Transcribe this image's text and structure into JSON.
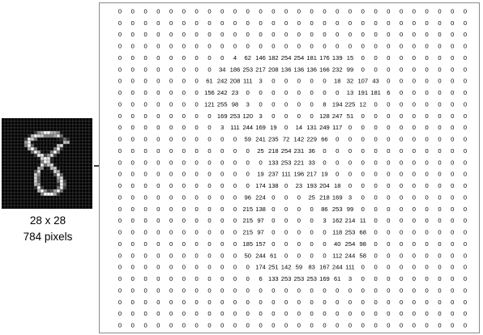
{
  "thumbnail": {
    "icon": "digit-8-pixel-grid"
  },
  "dims_label": "28 x 28",
  "pixels_label": "784 pixels",
  "arrow": {
    "icon": "right-arrow-icon"
  },
  "matrix": [
    [
      0,
      0,
      0,
      0,
      0,
      0,
      0,
      0,
      0,
      0,
      0,
      0,
      0,
      0,
      0,
      0,
      0,
      0,
      0,
      0,
      0,
      0,
      0,
      0,
      0,
      0,
      0,
      0
    ],
    [
      0,
      0,
      0,
      0,
      0,
      0,
      0,
      0,
      0,
      0,
      0,
      0,
      0,
      0,
      0,
      0,
      0,
      0,
      0,
      0,
      0,
      0,
      0,
      0,
      0,
      0,
      0,
      0
    ],
    [
      0,
      0,
      0,
      0,
      0,
      0,
      0,
      0,
      0,
      0,
      0,
      0,
      0,
      0,
      0,
      0,
      0,
      0,
      0,
      0,
      0,
      0,
      0,
      0,
      0,
      0,
      0,
      0
    ],
    [
      0,
      0,
      0,
      0,
      0,
      0,
      0,
      0,
      0,
      0,
      0,
      0,
      0,
      0,
      0,
      0,
      0,
      0,
      0,
      0,
      0,
      0,
      0,
      0,
      0,
      0,
      0,
      0
    ],
    [
      0,
      0,
      0,
      0,
      0,
      0,
      0,
      0,
      0,
      4,
      62,
      146,
      182,
      254,
      254,
      181,
      176,
      139,
      15,
      0,
      0,
      0,
      0,
      0,
      0,
      0,
      0,
      0
    ],
    [
      0,
      0,
      0,
      0,
      0,
      0,
      0,
      0,
      34,
      186,
      253,
      217,
      208,
      136,
      136,
      136,
      166,
      232,
      99,
      0,
      0,
      0,
      0,
      0,
      0,
      0,
      0,
      0
    ],
    [
      0,
      0,
      0,
      0,
      0,
      0,
      0,
      61,
      242,
      208,
      111,
      3,
      0,
      0,
      0,
      0,
      0,
      18,
      32,
      107,
      43,
      0,
      0,
      0,
      0,
      0,
      0,
      0
    ],
    [
      0,
      0,
      0,
      0,
      0,
      0,
      0,
      156,
      242,
      23,
      0,
      0,
      0,
      0,
      0,
      0,
      0,
      0,
      13,
      191,
      181,
      6,
      0,
      0,
      0,
      0,
      0,
      0
    ],
    [
      0,
      0,
      0,
      0,
      0,
      0,
      0,
      121,
      255,
      98,
      3,
      0,
      0,
      0,
      0,
      0,
      8,
      194,
      225,
      12,
      0,
      0,
      0,
      0,
      0,
      0,
      0,
      0
    ],
    [
      0,
      0,
      0,
      0,
      0,
      0,
      0,
      0,
      169,
      253,
      120,
      3,
      0,
      0,
      0,
      0,
      128,
      247,
      51,
      0,
      0,
      0,
      0,
      0,
      0,
      0,
      0,
      0
    ],
    [
      0,
      0,
      0,
      0,
      0,
      0,
      0,
      0,
      3,
      111,
      244,
      169,
      19,
      0,
      14,
      131,
      249,
      117,
      0,
      0,
      0,
      0,
      0,
      0,
      0,
      0,
      0,
      0
    ],
    [
      0,
      0,
      0,
      0,
      0,
      0,
      0,
      0,
      0,
      0,
      59,
      241,
      235,
      72,
      142,
      229,
      66,
      0,
      0,
      0,
      0,
      0,
      0,
      0,
      0,
      0,
      0,
      0
    ],
    [
      0,
      0,
      0,
      0,
      0,
      0,
      0,
      0,
      0,
      0,
      0,
      25,
      218,
      254,
      231,
      36,
      0,
      0,
      0,
      0,
      0,
      0,
      0,
      0,
      0,
      0,
      0,
      0
    ],
    [
      0,
      0,
      0,
      0,
      0,
      0,
      0,
      0,
      0,
      0,
      0,
      0,
      133,
      253,
      221,
      33,
      0,
      0,
      0,
      0,
      0,
      0,
      0,
      0,
      0,
      0,
      0,
      0
    ],
    [
      0,
      0,
      0,
      0,
      0,
      0,
      0,
      0,
      0,
      0,
      0,
      19,
      237,
      111,
      196,
      217,
      19,
      0,
      0,
      0,
      0,
      0,
      0,
      0,
      0,
      0,
      0,
      0
    ],
    [
      0,
      0,
      0,
      0,
      0,
      0,
      0,
      0,
      0,
      0,
      0,
      174,
      138,
      0,
      23,
      193,
      204,
      18,
      0,
      0,
      0,
      0,
      0,
      0,
      0,
      0,
      0,
      0
    ],
    [
      0,
      0,
      0,
      0,
      0,
      0,
      0,
      0,
      0,
      0,
      96,
      224,
      0,
      0,
      0,
      25,
      218,
      169,
      3,
      0,
      0,
      0,
      0,
      0,
      0,
      0,
      0,
      0
    ],
    [
      0,
      0,
      0,
      0,
      0,
      0,
      0,
      0,
      0,
      0,
      215,
      138,
      0,
      0,
      0,
      0,
      86,
      253,
      99,
      0,
      0,
      0,
      0,
      0,
      0,
      0,
      0,
      0
    ],
    [
      0,
      0,
      0,
      0,
      0,
      0,
      0,
      0,
      0,
      0,
      215,
      97,
      0,
      0,
      0,
      0,
      3,
      162,
      214,
      11,
      0,
      0,
      0,
      0,
      0,
      0,
      0,
      0
    ],
    [
      0,
      0,
      0,
      0,
      0,
      0,
      0,
      0,
      0,
      0,
      215,
      97,
      0,
      0,
      0,
      0,
      0,
      118,
      253,
      68,
      0,
      0,
      0,
      0,
      0,
      0,
      0,
      0
    ],
    [
      0,
      0,
      0,
      0,
      0,
      0,
      0,
      0,
      0,
      0,
      185,
      157,
      0,
      0,
      0,
      0,
      0,
      40,
      254,
      98,
      0,
      0,
      0,
      0,
      0,
      0,
      0,
      0
    ],
    [
      0,
      0,
      0,
      0,
      0,
      0,
      0,
      0,
      0,
      0,
      50,
      244,
      61,
      0,
      0,
      0,
      0,
      112,
      244,
      58,
      0,
      0,
      0,
      0,
      0,
      0,
      0,
      0
    ],
    [
      0,
      0,
      0,
      0,
      0,
      0,
      0,
      0,
      0,
      0,
      0,
      174,
      251,
      142,
      59,
      83,
      167,
      244,
      111,
      0,
      0,
      0,
      0,
      0,
      0,
      0,
      0,
      0
    ],
    [
      0,
      0,
      0,
      0,
      0,
      0,
      0,
      0,
      0,
      0,
      0,
      6,
      133,
      253,
      253,
      253,
      169,
      61,
      3,
      0,
      0,
      0,
      0,
      0,
      0,
      0,
      0,
      0
    ],
    [
      0,
      0,
      0,
      0,
      0,
      0,
      0,
      0,
      0,
      0,
      0,
      0,
      0,
      0,
      0,
      0,
      0,
      0,
      0,
      0,
      0,
      0,
      0,
      0,
      0,
      0,
      0,
      0
    ],
    [
      0,
      0,
      0,
      0,
      0,
      0,
      0,
      0,
      0,
      0,
      0,
      0,
      0,
      0,
      0,
      0,
      0,
      0,
      0,
      0,
      0,
      0,
      0,
      0,
      0,
      0,
      0,
      0
    ],
    [
      0,
      0,
      0,
      0,
      0,
      0,
      0,
      0,
      0,
      0,
      0,
      0,
      0,
      0,
      0,
      0,
      0,
      0,
      0,
      0,
      0,
      0,
      0,
      0,
      0,
      0,
      0,
      0
    ],
    [
      0,
      0,
      0,
      0,
      0,
      0,
      0,
      0,
      0,
      0,
      0,
      0,
      0,
      0,
      0,
      0,
      0,
      0,
      0,
      0,
      0,
      0,
      0,
      0,
      0,
      0,
      0,
      0
    ]
  ]
}
